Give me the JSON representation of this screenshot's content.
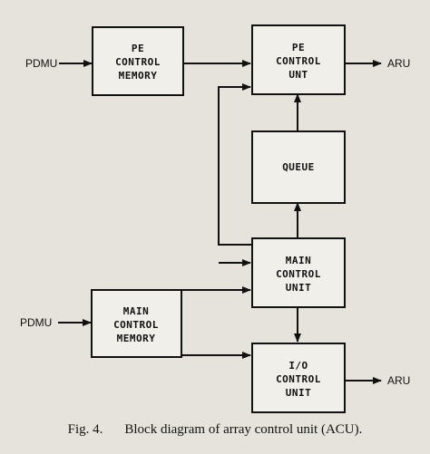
{
  "diagram": {
    "boxes": {
      "pe_control_memory": [
        "PE",
        "CONTROL",
        "MEMORY"
      ],
      "pe_control_unit": [
        "PE",
        "CONTROL",
        "UNT"
      ],
      "queue": [
        "QUEUE"
      ],
      "main_control_unit": [
        "MAIN",
        "CONTROL",
        "UNIT"
      ],
      "main_control_memory": [
        "MAIN",
        "CONTROL",
        "MEMORY"
      ],
      "io_control_unit": [
        "I/O",
        "CONTROL",
        "UNIT"
      ]
    },
    "io_labels": {
      "pdmu_top": "PDMU",
      "aru_top": "ARU",
      "pdmu_bottom": "PDMU",
      "aru_bottom": "ARU"
    }
  },
  "caption": {
    "number": "Fig. 4.",
    "text": "Block diagram of array control unit (ACU)."
  }
}
